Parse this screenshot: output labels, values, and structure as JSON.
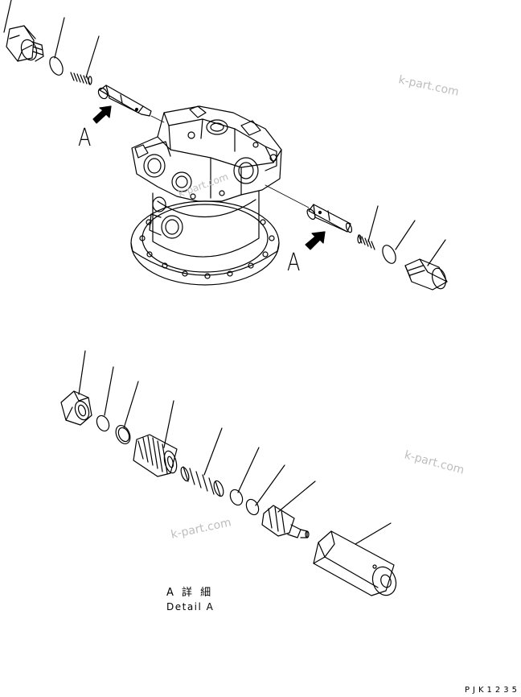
{
  "labels": {
    "callout_a_upper": "A",
    "callout_a_lower": "A",
    "detail_title_jp": "A 詳 細",
    "detail_title_en": "Detail A",
    "drawing_code": "PJK1235"
  },
  "watermarks": [
    "k-part.com",
    "k-part.com",
    "k-part.com",
    "k-part.com"
  ],
  "colors": {
    "ink": "#000000",
    "watermark": "#bdbdbd",
    "background": "#ffffff"
  }
}
